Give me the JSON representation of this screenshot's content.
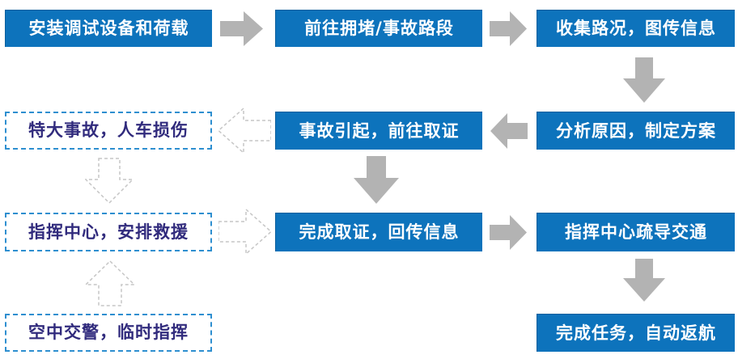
{
  "diagram": {
    "type": "flowchart",
    "colors": {
      "solid_node_fill": "#0d73bc",
      "solid_node_text": "#ffffff",
      "dashed_node_border": "#2e8fd0",
      "dashed_node_text": "#312b7d",
      "solid_arrow": "#b3b3b3",
      "dashed_arrow_outline": "#c6c6c6",
      "background": "#ffffff"
    },
    "nodes": [
      {
        "id": "install-equipment",
        "label": "安装调试设备和荷载",
        "style": "solid"
      },
      {
        "id": "go-to-congestion",
        "label": "前往拥堵/事故路段",
        "style": "solid"
      },
      {
        "id": "collect-traffic-info",
        "label": "收集路况，图传信息",
        "style": "solid"
      },
      {
        "id": "major-accident",
        "label": "特大事故，人车损伤",
        "style": "dashed"
      },
      {
        "id": "accident-go-evidence",
        "label": "事故引起，前往取证",
        "style": "solid"
      },
      {
        "id": "analyze-make-plan",
        "label": "分析原因，制定方案",
        "style": "solid"
      },
      {
        "id": "command-center-rescue",
        "label": "指挥中心，安排救援",
        "style": "dashed"
      },
      {
        "id": "evidence-done-transmit",
        "label": "完成取证，回传信息",
        "style": "solid"
      },
      {
        "id": "command-center-divert",
        "label": "指挥中心疏导交通",
        "style": "solid"
      },
      {
        "id": "air-police-temp-command",
        "label": "空中交警，临时指挥",
        "style": "dashed"
      },
      {
        "id": "mission-complete-return",
        "label": "完成任务，自动返航",
        "style": "solid"
      }
    ],
    "arrows": [
      {
        "from": "install-equipment",
        "to": "go-to-congestion",
        "direction": "right",
        "style": "solid"
      },
      {
        "from": "go-to-congestion",
        "to": "collect-traffic-info",
        "direction": "right",
        "style": "solid"
      },
      {
        "from": "collect-traffic-info",
        "to": "analyze-make-plan",
        "direction": "down",
        "style": "solid"
      },
      {
        "from": "analyze-make-plan",
        "to": "accident-go-evidence",
        "direction": "left",
        "style": "solid"
      },
      {
        "from": "accident-go-evidence",
        "to": "major-accident",
        "direction": "left",
        "style": "dashed"
      },
      {
        "from": "major-accident",
        "to": "command-center-rescue",
        "direction": "down",
        "style": "dashed"
      },
      {
        "from": "accident-go-evidence",
        "to": "evidence-done-transmit",
        "direction": "down",
        "style": "solid"
      },
      {
        "from": "command-center-rescue",
        "to": "evidence-done-transmit",
        "direction": "right",
        "style": "dashed"
      },
      {
        "from": "evidence-done-transmit",
        "to": "command-center-divert",
        "direction": "right",
        "style": "solid"
      },
      {
        "from": "air-police-temp-command",
        "to": "command-center-rescue",
        "direction": "up",
        "style": "dashed"
      },
      {
        "from": "command-center-divert",
        "to": "mission-complete-return",
        "direction": "down",
        "style": "solid"
      }
    ]
  }
}
